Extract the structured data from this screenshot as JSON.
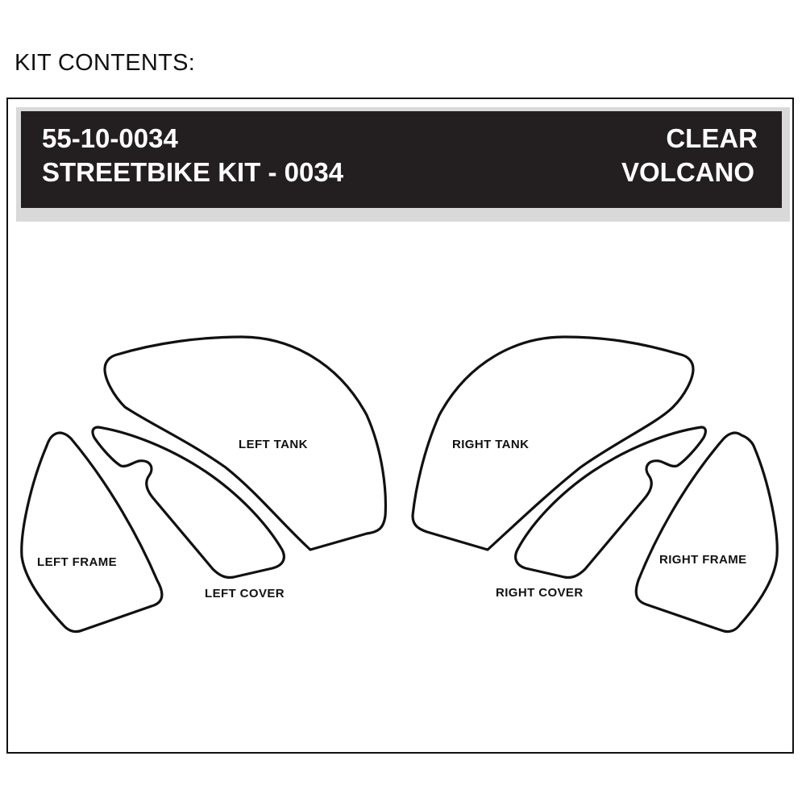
{
  "heading": "KIT CONTENTS:",
  "banner": {
    "part_number": "55-10-0034",
    "kit_name": "STREETBIKE KIT - 0034",
    "finish": "CLEAR",
    "texture": "VOLCANO"
  },
  "pieces": {
    "left_tank": "LEFT TANK",
    "left_cover": "LEFT COVER",
    "left_frame": "LEFT FRAME",
    "right_tank": "RIGHT TANK",
    "right_cover": "RIGHT COVER",
    "right_frame": "RIGHT FRAME"
  },
  "colors": {
    "banner_background": "#231f20",
    "banner_text": "#ffffff",
    "outline": "#111111"
  }
}
